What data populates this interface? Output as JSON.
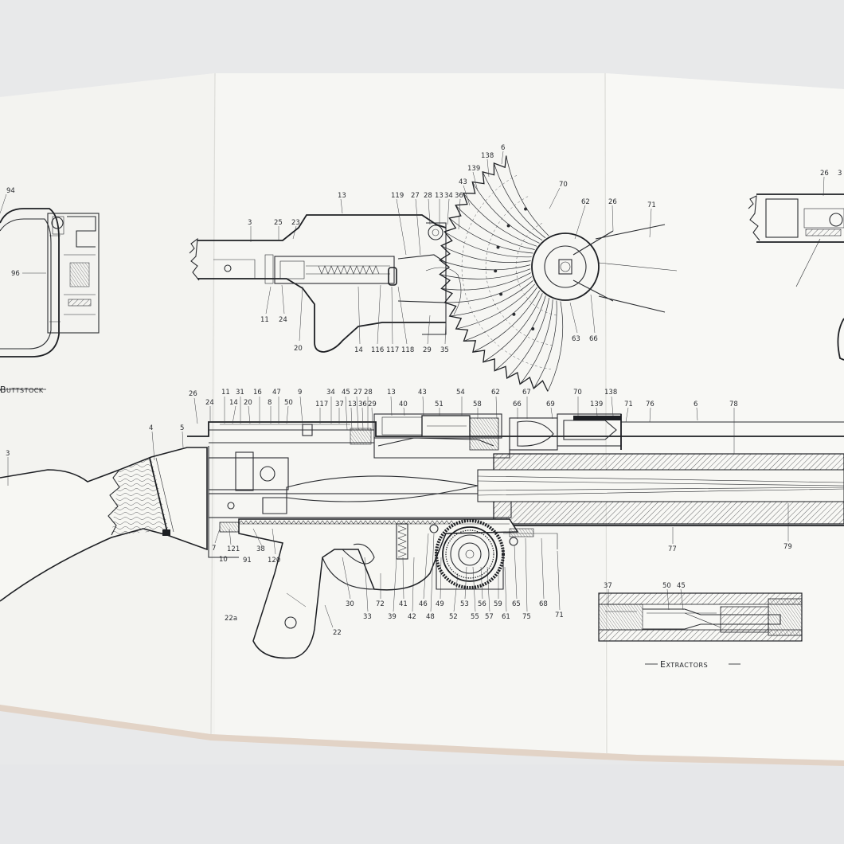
{
  "captions": {
    "buttstock": "Buttstock",
    "extractors": "Extractors"
  },
  "callouts": {
    "buttstock_view": [
      "94",
      "96"
    ],
    "action_view": [
      "13",
      "3",
      "25",
      "23",
      "11",
      "24",
      "20",
      "14",
      "116",
      "117",
      "118",
      "119",
      "27",
      "28",
      "13",
      "34",
      "36",
      "43",
      "139",
      "138",
      "6",
      "29",
      "35",
      "70",
      "62",
      "26",
      "71",
      "63",
      "66"
    ],
    "right_view": [
      "26",
      "3"
    ],
    "main_top": [
      "26",
      "24",
      "11",
      "31",
      "16",
      "14",
      "20",
      "47",
      "8",
      "50",
      "9",
      "117",
      "34",
      "37",
      "45",
      "13",
      "27",
      "36",
      "28",
      "29",
      "13",
      "40",
      "43",
      "51",
      "54",
      "58",
      "62",
      "67",
      "66",
      "69",
      "70",
      "139",
      "138",
      "71",
      "76",
      "6",
      "78"
    ],
    "main_left": [
      "4",
      "5",
      "3"
    ],
    "main_bottom": [
      "7",
      "10",
      "121",
      "91",
      "38",
      "120",
      "22a",
      "22",
      "30",
      "33",
      "72",
      "39",
      "41",
      "42",
      "46",
      "48",
      "49",
      "52",
      "53",
      "55",
      "56",
      "57",
      "59",
      "61",
      "65",
      "75",
      "68",
      "71",
      "77",
      "79"
    ],
    "extractors_view": [
      "37",
      "50",
      "45"
    ]
  }
}
